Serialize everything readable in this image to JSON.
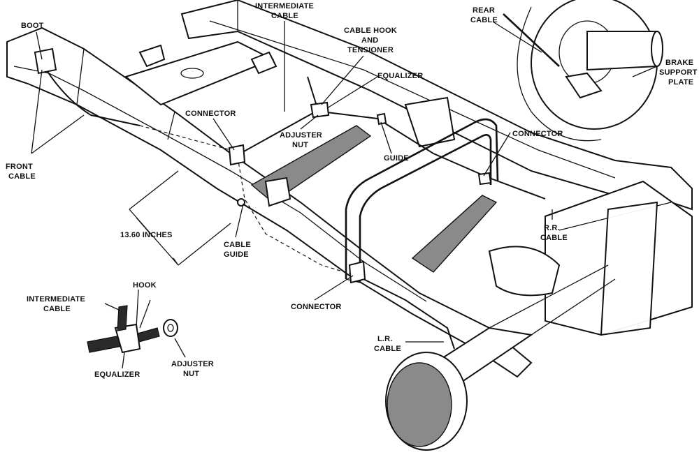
{
  "labels": {
    "boot": "BOOT",
    "front_cable_1": "FRONT",
    "front_cable_2": "CABLE",
    "intermediate_cable_1": "INTERMEDIATE",
    "intermediate_cable_2": "CABLE",
    "cable_hook_1": "CABLE HOOK",
    "cable_hook_2": "AND",
    "cable_hook_3": "TENSIONER",
    "equalizer_top": "EQUALIZER",
    "connector_left": "CONNECTOR",
    "adjuster_nut_top_1": "ADJUSTER",
    "adjuster_nut_top_2": "NUT",
    "guide": "GUIDE",
    "rear_cable_1": "REAR",
    "rear_cable_2": "CABLE",
    "brake_plate_1": "BRAKE",
    "brake_plate_2": "SUPPORT",
    "brake_plate_3": "PLATE",
    "connector_right": "CONNECTOR",
    "dimension": "13.60 INCHES",
    "cable_guide_1": "CABLE",
    "cable_guide_2": "GUIDE",
    "rr_cable_1": "R.R.",
    "rr_cable_2": "CABLE",
    "inset_intermediate_1": "INTERMEDIATE",
    "inset_intermediate_2": "CABLE",
    "hook": "HOOK",
    "connector_bottom": "CONNECTOR",
    "lr_cable_1": "L.R.",
    "lr_cable_2": "CABLE",
    "equalizer_inset": "EQUALIZER",
    "adjuster_nut_inset_1": "ADJUSTER",
    "adjuster_nut_inset_2": "NUT"
  }
}
